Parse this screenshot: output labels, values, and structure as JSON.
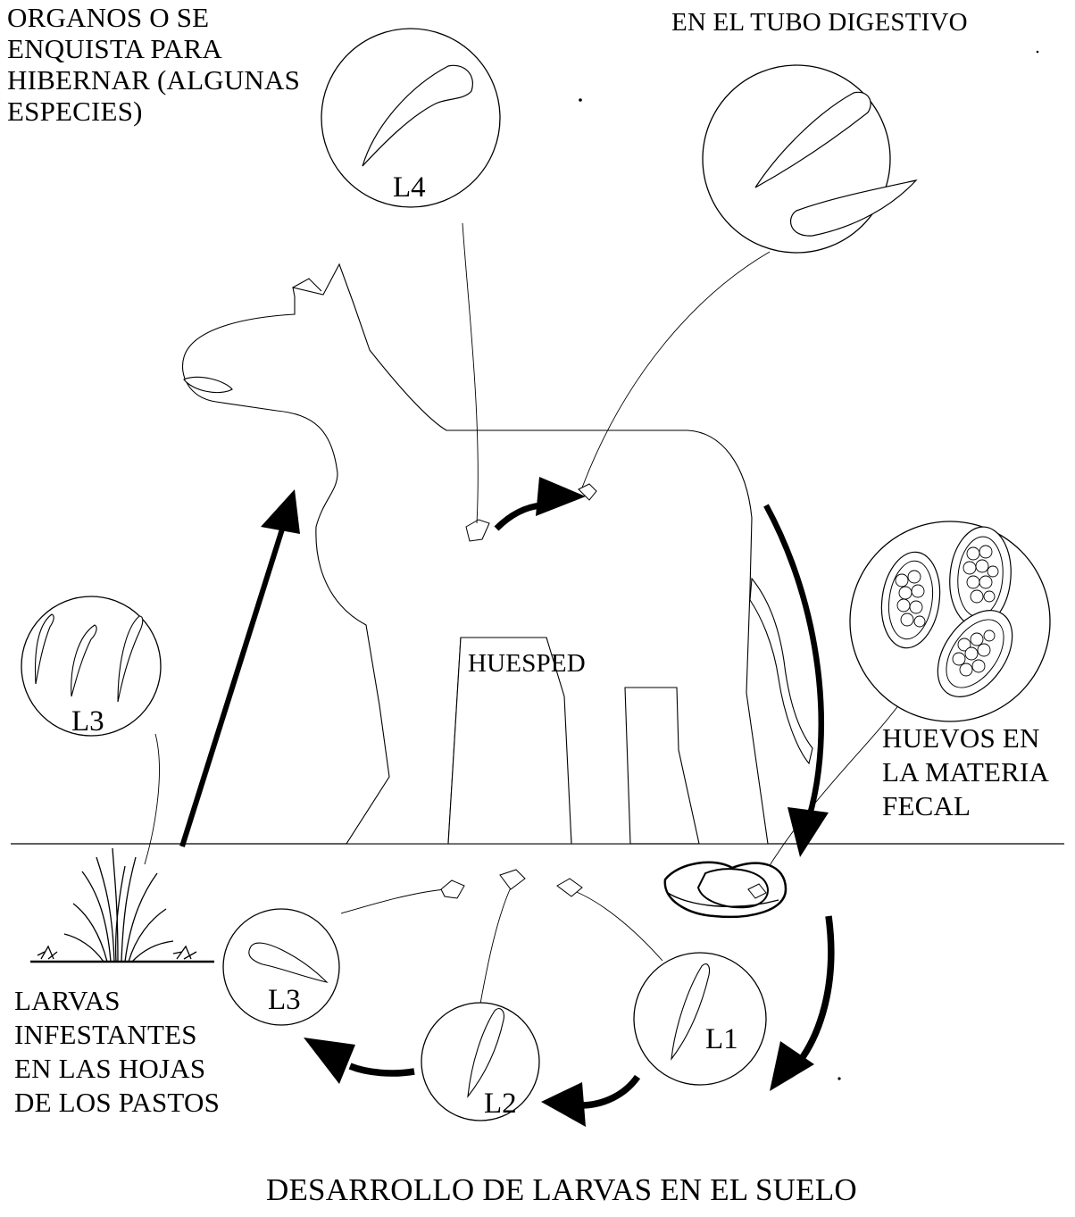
{
  "labels": {
    "top_left": [
      "ORGANOS O SE",
      "ENQUISTA PARA",
      "HIBERNAR (ALGUNAS",
      "ESPECIES)"
    ],
    "top_right": "EN EL TUBO DIGESTIVO",
    "host": "HUESPED",
    "eggs": [
      "HUEVOS EN",
      "LA MATERIA",
      "FECAL"
    ],
    "larvae_on_grass": [
      "LARVAS",
      "INFESTANTES",
      "EN LAS HOJAS",
      "DE LOS PASTOS"
    ],
    "bottom_title": "DESARROLLO DE LARVAS EN EL SUELO"
  },
  "stages": {
    "l4": "L4",
    "l3_grass": "L3",
    "l3": "L3",
    "l2": "L2",
    "l1": "L1"
  }
}
